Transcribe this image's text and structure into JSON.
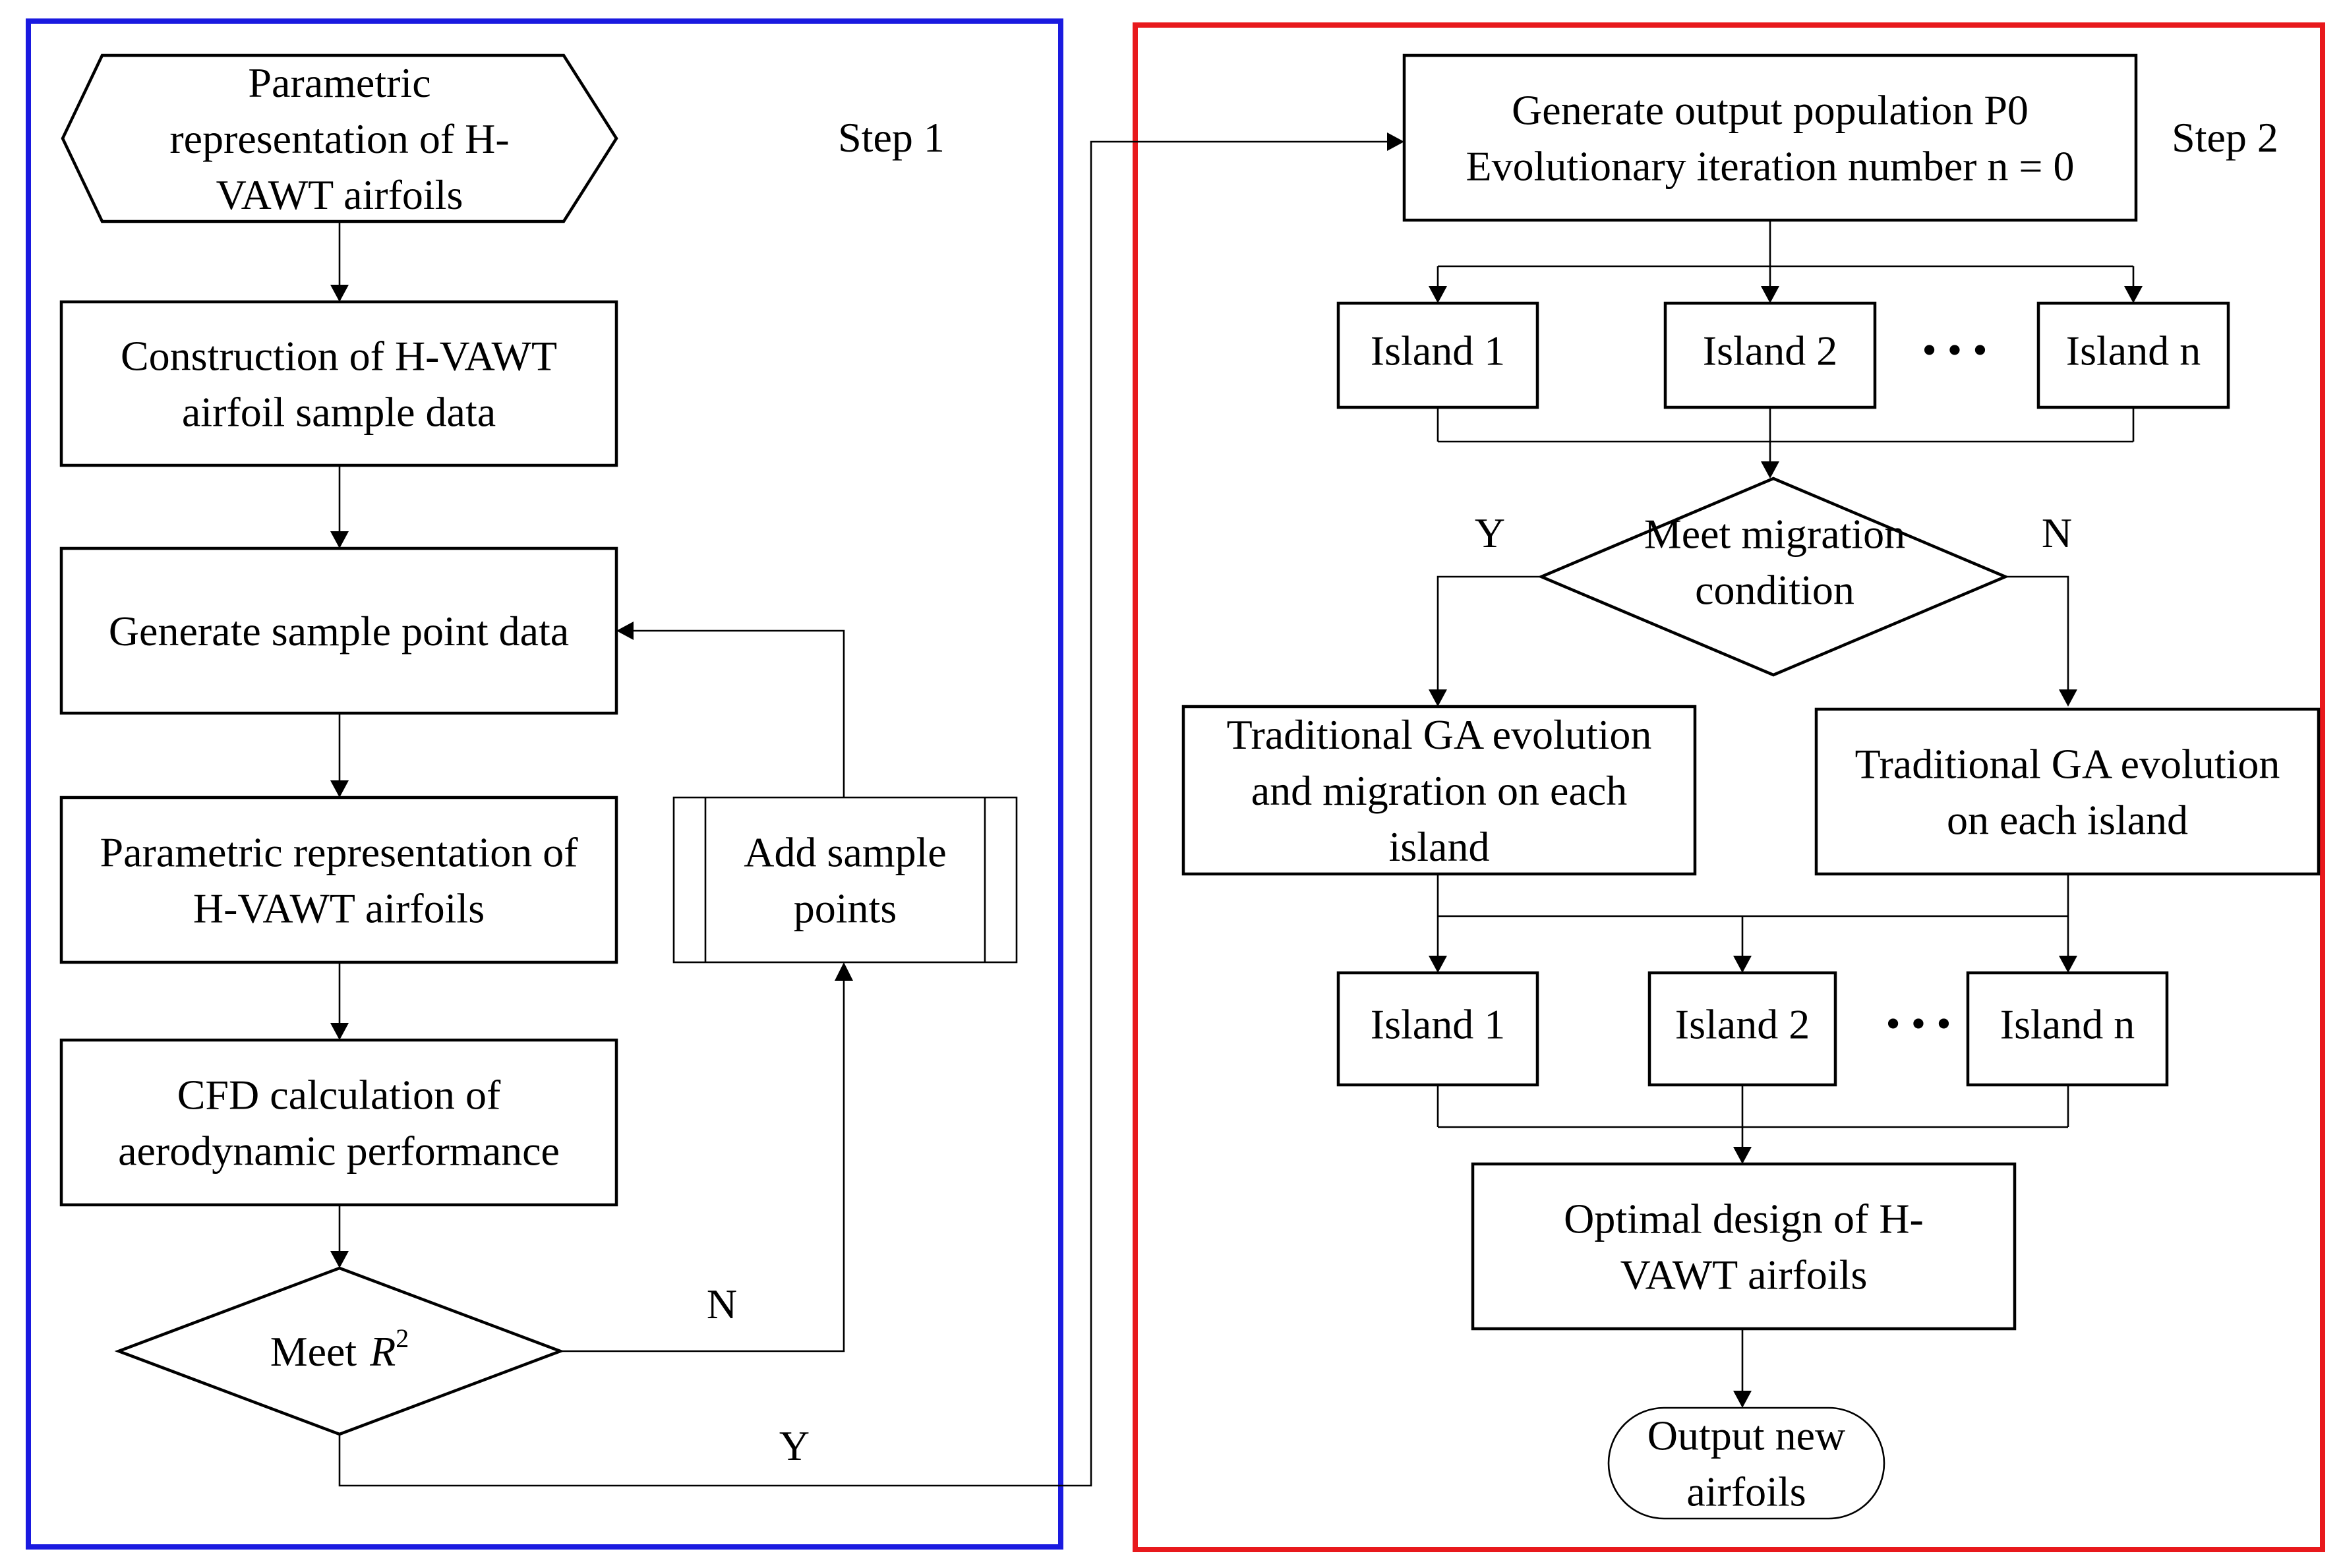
{
  "colors": {
    "step1_frame": "#1a1ae0",
    "step2_frame": "#e8191c",
    "stroke": "#000000",
    "background": "#ffffff"
  },
  "step1": {
    "label": "Step 1",
    "start": [
      "Parametric",
      "representation of H-",
      "VAWT airfoils"
    ],
    "construction": [
      "Construction of H-VAWT",
      "airfoil sample data"
    ],
    "generate_points": [
      "Generate sample point data"
    ],
    "parametric": [
      "Parametric representation of",
      "H-VAWT airfoils"
    ],
    "cfd": [
      "CFD calculation of",
      "aerodynamic performance"
    ],
    "decision_prefix": "Meet",
    "decision_var": "R",
    "decision_sup": "2",
    "add_points": [
      "Add sample",
      "points"
    ],
    "no_label": "N",
    "yes_label": "Y"
  },
  "step2": {
    "label": "Step 2",
    "init": [
      "Generate output population P0",
      "Evolutionary iteration number n = 0"
    ],
    "islands_top": [
      "Island 1",
      "Island 2",
      "Island n"
    ],
    "ellipsis": "• • •",
    "decision": [
      "Meet  migration",
      "condition"
    ],
    "yes_label": "Y",
    "no_label": "N",
    "ga_migration": [
      "Traditional GA evolution",
      "and migration on each",
      "island"
    ],
    "ga_plain": [
      "Traditional GA evolution",
      "on each island"
    ],
    "islands_bottom": [
      "Island 1",
      "Island 2",
      "Island n"
    ],
    "optimal": [
      "Optimal design of H-",
      "VAWT airfoils"
    ],
    "output": [
      "Output new",
      "airfoils"
    ]
  }
}
